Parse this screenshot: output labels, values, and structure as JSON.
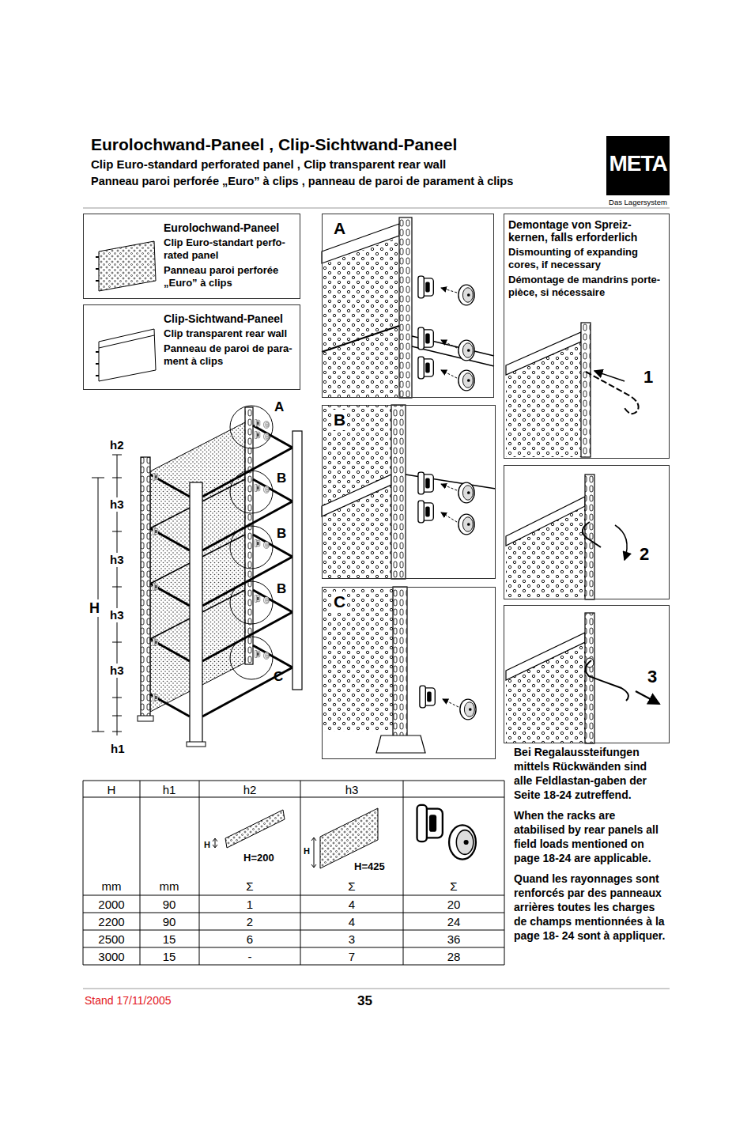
{
  "diagram": {
    "title": "Eurolochwand-Paneel , Clip-Sichtwand-Paneel",
    "nodes": [
      {
        "text": [
          "Eurolochwand-Paneel",
          "Clip Euro-standart perfo- rated panel",
          "Panneau paroi perforée „Euro” à clips"
        ]
      },
      {
        "text": [
          "Clip-Sichtwand-Paneel",
          "Clip transparent rear wall",
          "Panneau de paroi de para- ment à clips"
        ]
      },
      {
        "text": [
          "A"
        ]
      },
      {
        "text": [
          "B"
        ]
      },
      {
        "text": [
          "C"
        ]
      },
      {
        "text": [
          "Demontage von Spreiz- kernen, falls erforderlich",
          "Dismounting of expanding cores, if necessary",
          "Démontage de mandrins porte- pièce, si nécessaire",
          "1"
        ]
      },
      {
        "text": [
          "2"
        ]
      },
      {
        "text": [
          "3"
        ]
      },
      {
        "text": [
          "META",
          "Das Lagersystem"
        ]
      }
    ],
    "labels": [
      "Clip Euro-standard perforated panel , Clip transparent rear wall",
      "Panneau paroi perforée „Euro” à clips , panneau de paroi de parament à clips",
      "A",
      "B",
      "B",
      "B",
      "C",
      "h2",
      "h3",
      "h3",
      "h3",
      "h3",
      "H",
      "h1",
      "H",
      "h1",
      "h2",
      "h3",
      "H",
      "H=200",
      "H",
      "H=425",
      "mm",
      "mm",
      "Σ",
      "Σ",
      "Σ",
      "2000",
      "90",
      "1",
      "4",
      "20",
      "2200",
      "90",
      "2",
      "4",
      "24",
      "2500",
      "15",
      "6",
      "3",
      "36",
      "3000",
      "15",
      "-",
      "7",
      "28",
      "Bei Regalaussteifungen mittels Rückwänden sind alle Feldlastan-gaben der Seite 18-24 zutreffend.",
      "When the racks are atabilised by rear panels all field loads mentioned on page 18-24 are applicable.",
      "Quand les rayonnages sont renforcés par des panneaux arrières toutes les charges de champs mentionnées à la page 18- 24 sont à appliquer.",
      "Stand 17/11/2005",
      "35"
    ]
  }
}
